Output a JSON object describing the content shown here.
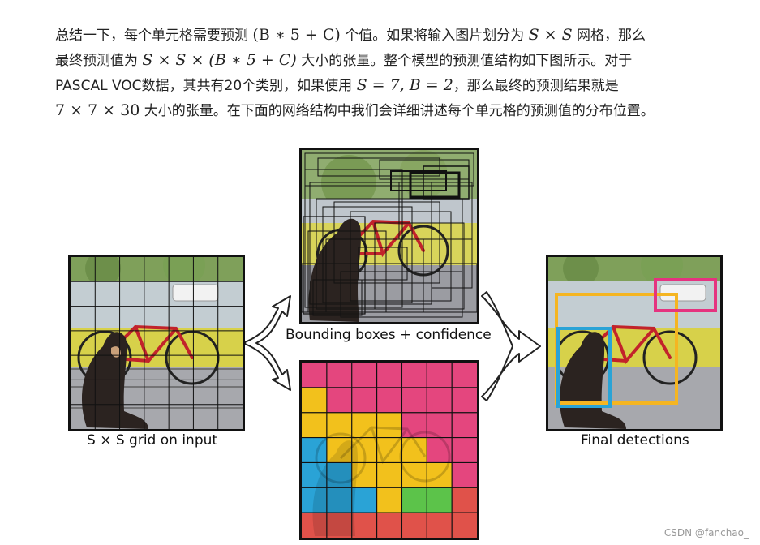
{
  "paragraph": {
    "line1": {
      "t1": "总结一下，每个单元格需要预测 ",
      "m1": "(B ∗ 5 + C)",
      "t2": " 个值。如果将输入图片划分为 ",
      "m2": "S × S",
      "t3": " 网格，那么"
    },
    "line2": {
      "t1": "最终预测值为 ",
      "m1": "S × S × (B ∗ 5 + C)",
      "t2": " 大小的张量。整个模型的预测值结构如下图所示。对于"
    },
    "line3": {
      "t1": "PASCAL VOC数据，其共有20个类别，如果使用 ",
      "m1": "S = 7, B = 2",
      "t2": "，那么最终的预测结果就是"
    },
    "line4": {
      "m1": "7 × 7 × 30",
      "t1": " 大小的张量。在下面的网络结构中我们会详细讲述每个单元格的预测值的分布位置。"
    }
  },
  "figure": {
    "grid_size": 7,
    "caption_input": "S × S grid on input",
    "caption_boxes": "Bounding boxes + confidence",
    "caption_output": "Final detections",
    "class_colors": {
      "pink": "#e4467e",
      "yellow": "#f2c11c",
      "blue": "#2aa3d6",
      "green": "#5cc34a",
      "red": "#e0524a"
    },
    "class_map": [
      [
        "pink",
        "pink",
        "pink",
        "pink",
        "pink",
        "pink",
        "pink"
      ],
      [
        "yellow",
        "pink",
        "pink",
        "pink",
        "pink",
        "pink",
        "pink"
      ],
      [
        "yellow",
        "yellow",
        "yellow",
        "yellow",
        "pink",
        "pink",
        "pink"
      ],
      [
        "blue",
        "yellow",
        "yellow",
        "yellow",
        "yellow",
        "pink",
        "pink"
      ],
      [
        "blue",
        "blue",
        "yellow",
        "yellow",
        "yellow",
        "yellow",
        "pink"
      ],
      [
        "blue",
        "blue",
        "blue",
        "yellow",
        "green",
        "green",
        "red"
      ],
      [
        "red",
        "red",
        "red",
        "red",
        "red",
        "red",
        "red"
      ]
    ],
    "detection_colors": {
      "bicycle": "#f5b521",
      "car": "#e5337f",
      "dog": "#2aa3d6"
    }
  },
  "watermark": "CSDN @fanchao_"
}
